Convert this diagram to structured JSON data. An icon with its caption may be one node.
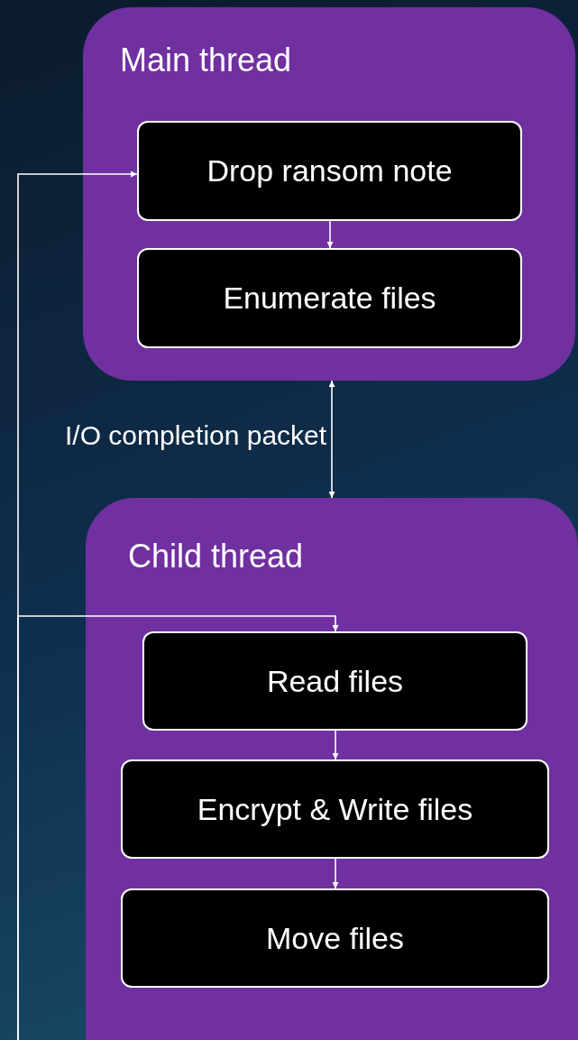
{
  "diagram": {
    "nodes": [
      {
        "text": [
          "Main thread"
        ]
      },
      {
        "text": [
          "Drop ransom note"
        ],
        "in": 0
      },
      {
        "text": [
          "Enumerate files"
        ],
        "in": 0
      },
      {
        "text": [
          "Child thread"
        ]
      },
      {
        "text": [
          "Read files"
        ],
        "in": 3
      },
      {
        "text": [
          "Encrypt & Write files"
        ],
        "in": 3
      },
      {
        "text": [
          "Move files"
        ],
        "in": 3
      }
    ],
    "edges": [
      {
        "from": null,
        "to": 1,
        "arrow": "to"
      },
      {
        "from": 1,
        "to": 2,
        "arrow": "to"
      },
      {
        "from": 0,
        "to": 3,
        "arrow": "both",
        "label": "I/O completion packet"
      },
      {
        "from": null,
        "to": 4,
        "arrow": "to"
      },
      {
        "from": 4,
        "to": 5,
        "arrow": "to"
      },
      {
        "from": 5,
        "to": 6,
        "arrow": "to"
      }
    ]
  }
}
